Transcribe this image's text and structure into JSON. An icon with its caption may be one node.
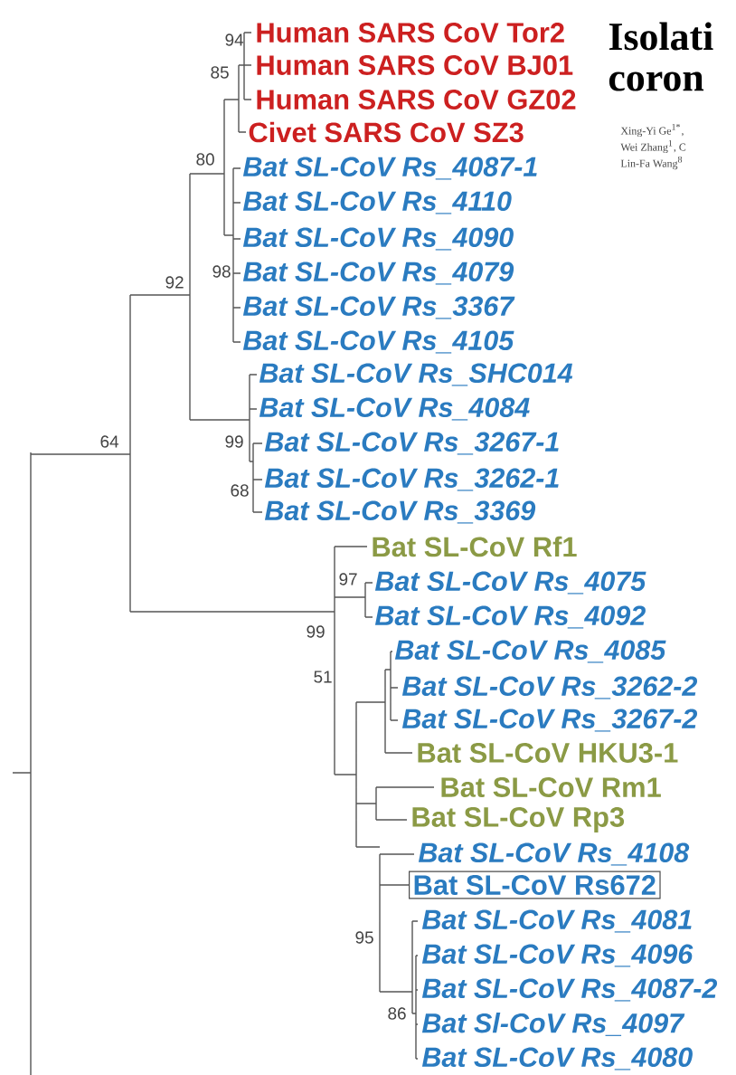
{
  "diagram": {
    "nodes": [
      {
        "text": [
          "Bat SL-CoV Rs672"
        ]
      }
    ],
    "labels": [
      "94",
      "Human SARS CoV Tor2",
      "85",
      "Human SARS CoV BJ01",
      "Human SARS CoV GZ02",
      "Civet SARS CoV SZ3",
      "80",
      "Bat SL-CoV Rs_4087-1",
      "Bat SL-CoV Rs_4110",
      "Bat SL-CoV Rs_4090",
      "98",
      "Bat SL-CoV Rs_4079",
      "92",
      "Bat SL-CoV Rs_3367",
      "Bat SL-CoV Rs_4105",
      "Bat SL-CoV Rs_SHC014",
      "Bat SL-CoV Rs_4084",
      "64",
      "99",
      "Bat SL-CoV Rs_3267-1",
      "Bat SL-CoV Rs_3262-1",
      "68",
      "Bat SL-CoV Rs_3369",
      "Bat SL-CoV Rf1",
      "97",
      "Bat SL-CoV Rs_4075",
      "Bat SL-CoV Rs_4092",
      "99",
      "Bat SL-CoV Rs_4085",
      "51",
      "Bat SL-CoV Rs_3262-2",
      "Bat SL-CoV Rs_3267-2",
      "Bat SL-CoV HKU3-1",
      "Bat SL-CoV Rm1",
      "Bat SL-CoV Rp3",
      "Bat SL-CoV Rs_4108",
      "Bat SL-CoV Rs_4081",
      "95",
      "Bat SL-CoV Rs_4096",
      "Bat SL-CoV Rs_4087-2",
      "86",
      "Bat Sl-CoV Rs_4097",
      "Bat SL-CoV Rs_4080",
      "Isolati",
      "coron",
      "Xing-Yi Ge$^{1*}$,",
      "Wei Zhang$^{1}$, C",
      "Lin-Fa Wang$^{8}$"
    ]
  }
}
